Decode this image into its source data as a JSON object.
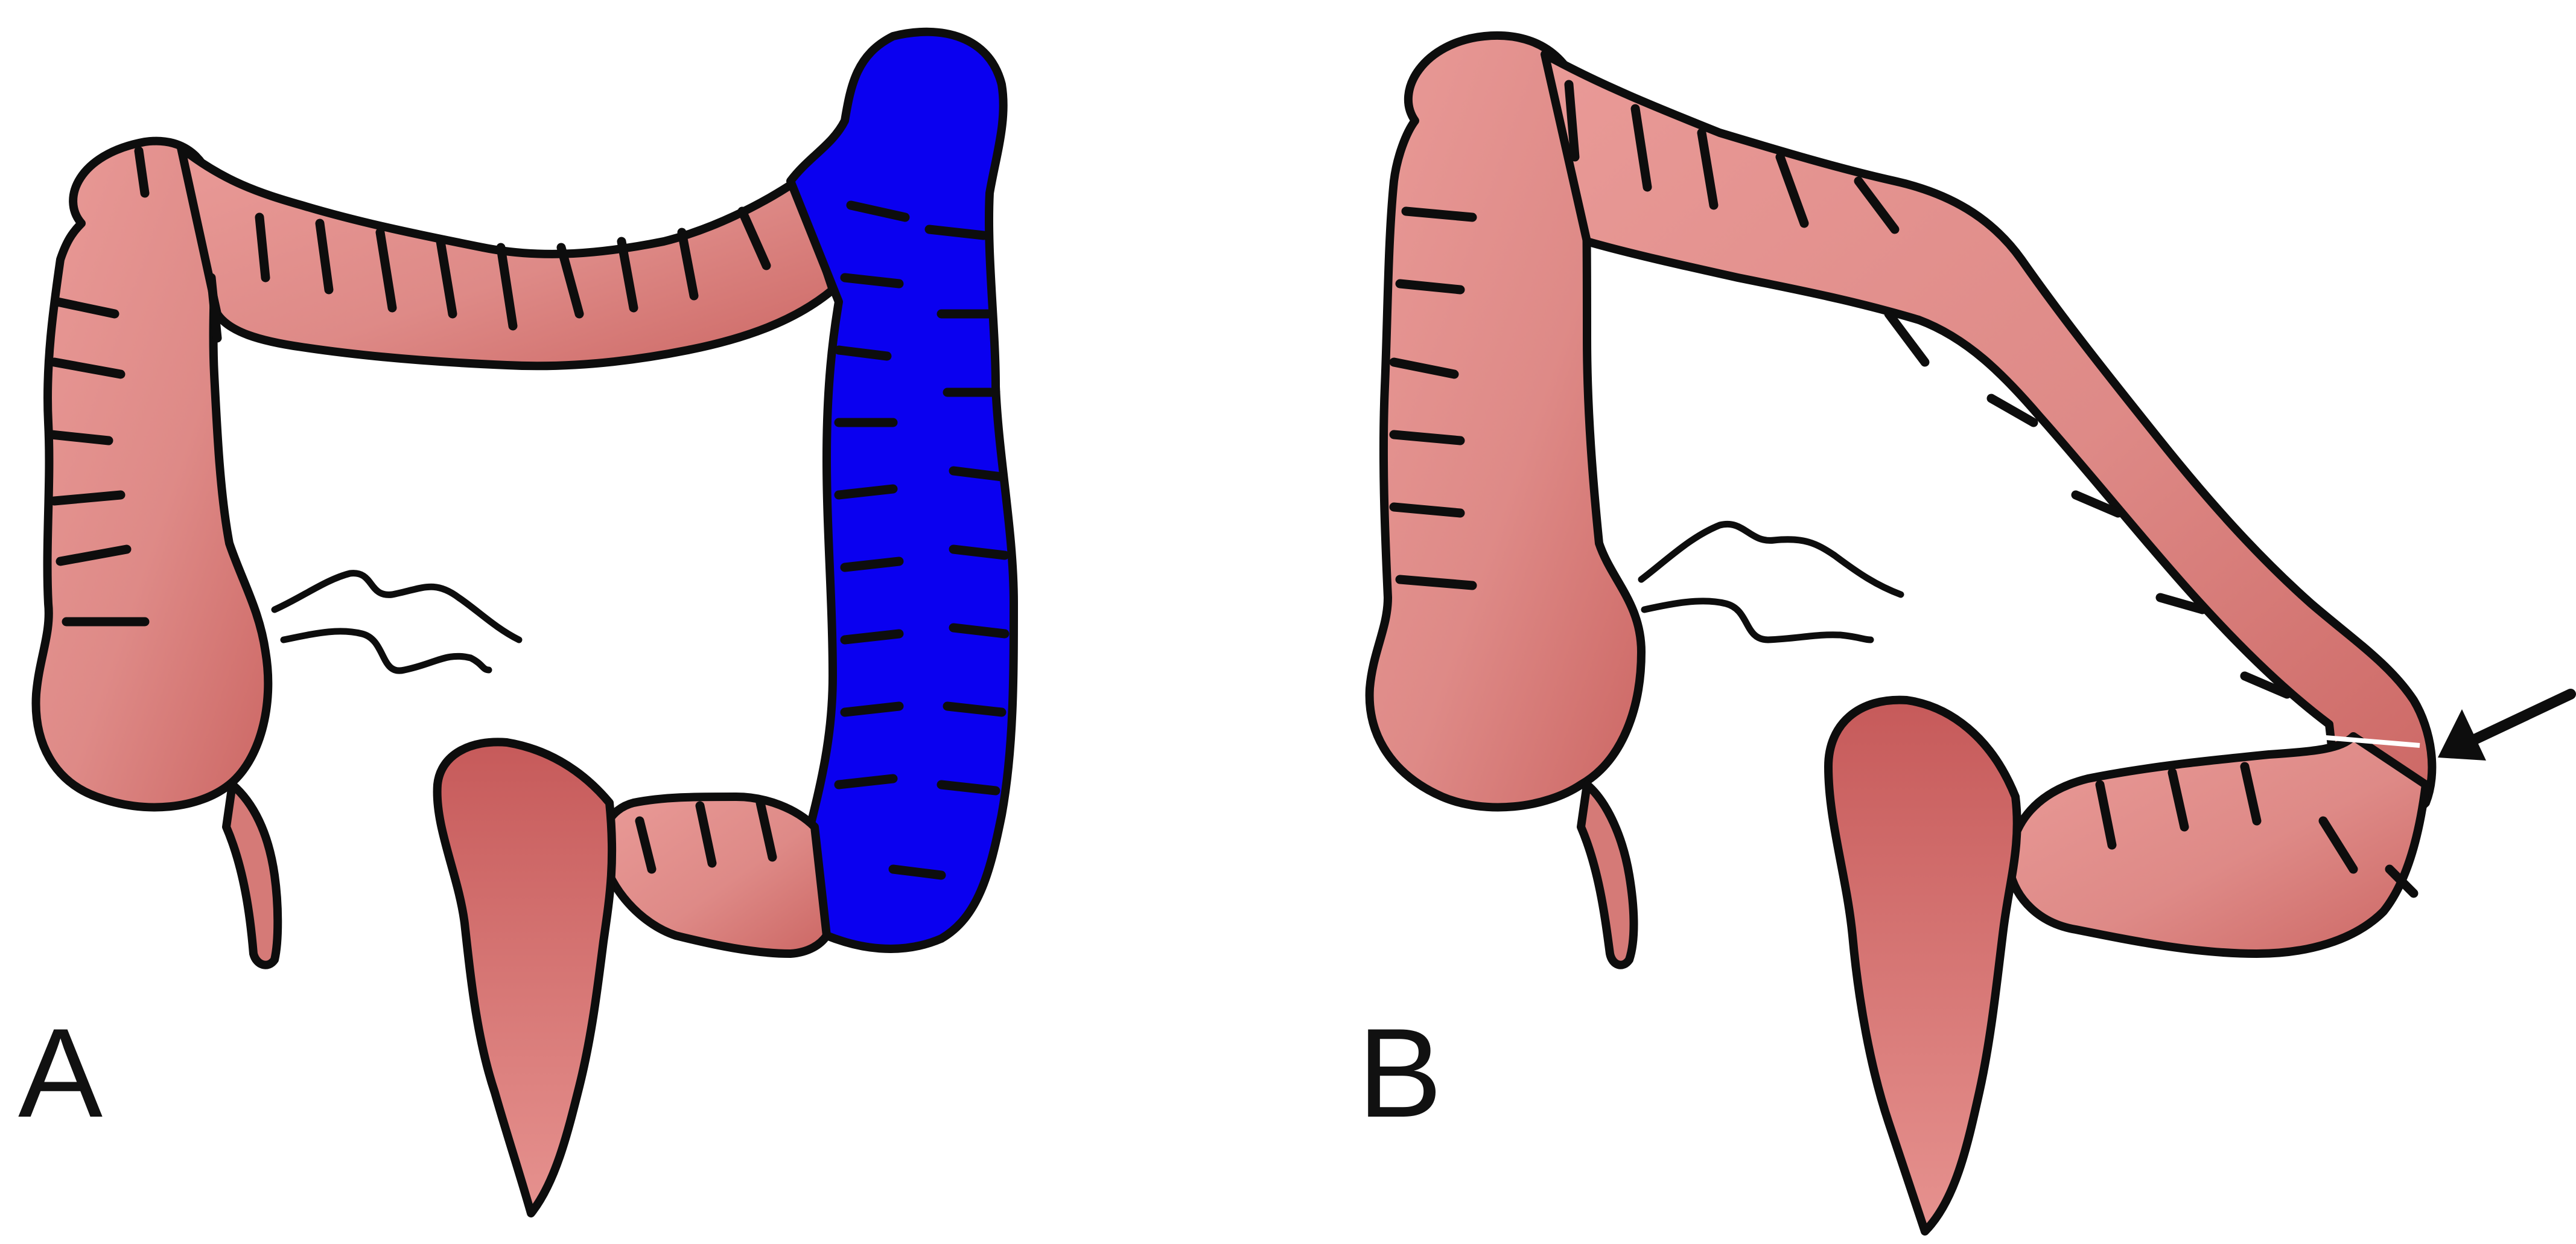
{
  "figure": {
    "panels": [
      {
        "id": "A",
        "label": "A"
      },
      {
        "id": "B",
        "label": "B"
      }
    ],
    "colors": {
      "colon_fill": "#de8a87",
      "colon_fill_dark": "#c9605f",
      "highlight": "#0a00f0",
      "outline": "#0d0d0d",
      "background": "#ffffff"
    },
    "icons": {
      "arrow": "arrow-pointing-left"
    }
  }
}
